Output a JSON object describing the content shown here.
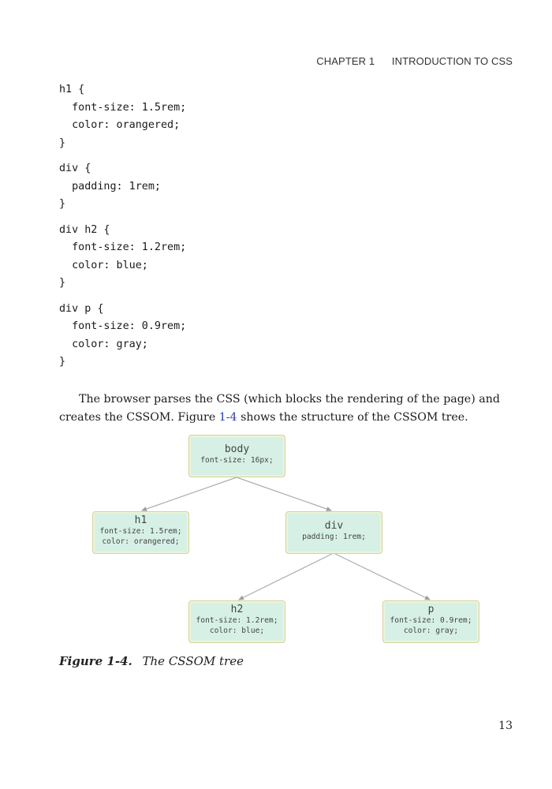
{
  "header": {
    "chapter": "CHAPTER 1",
    "title": "INTRODUCTION TO CSS"
  },
  "code": {
    "blocks": [
      {
        "lines": [
          "h1 {",
          "  font-size: 1.5rem;",
          "  color: orangered;",
          "}"
        ]
      },
      {
        "lines": [
          "div {",
          "  padding: 1rem;",
          "}"
        ]
      },
      {
        "lines": [
          "div h2 {",
          "  font-size: 1.2rem;",
          "  color: blue;",
          "}"
        ]
      },
      {
        "lines": [
          "div p {",
          "  font-size: 0.9rem;",
          "  color: gray;",
          "}"
        ]
      }
    ]
  },
  "paragraph": {
    "before": "The browser parses the CSS (which blocks the rendering of the page) and creates the CSSOM. Figure ",
    "link": "1-4",
    "after": " shows the structure of the CSSOM tree."
  },
  "tree": {
    "nodes": {
      "body": {
        "title": "body",
        "props": [
          "font-size: 16px;"
        ]
      },
      "h1": {
        "title": "h1",
        "props": [
          "font-size: 1.5rem;",
          "color: orangered;"
        ]
      },
      "div": {
        "title": "div",
        "props": [
          "padding: 1rem;"
        ]
      },
      "h2": {
        "title": "h2",
        "props": [
          "font-size: 1.2rem;",
          "color: blue;"
        ]
      },
      "p": {
        "title": "p",
        "props": [
          "font-size: 0.9rem;",
          "color: gray;"
        ]
      }
    }
  },
  "caption": {
    "label": "Figure 1-4.",
    "text": "The CSSOM tree"
  },
  "page_number": "13"
}
